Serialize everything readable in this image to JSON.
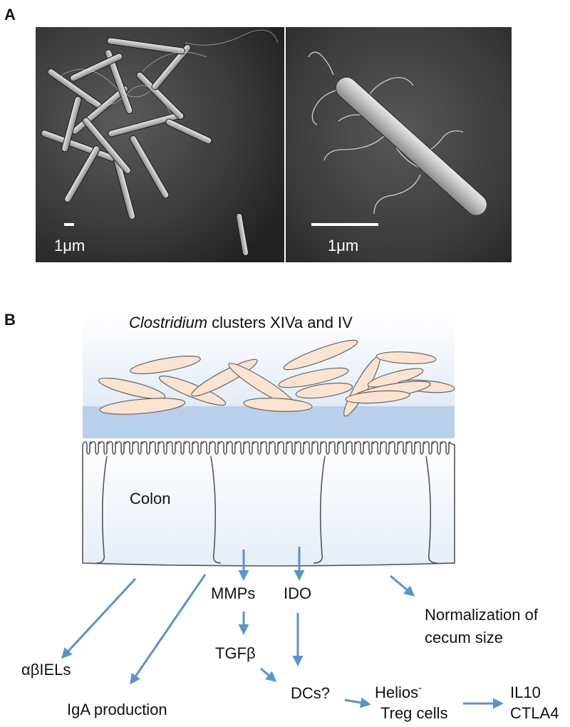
{
  "panel_a": {
    "label": "A",
    "left_scale_label": "1μm",
    "right_scale_label": "1μm"
  },
  "panel_b": {
    "label": "B",
    "title_italic": "Clostridium",
    "title_rest": " clusters XIVa and IV",
    "colon_label": "Colon",
    "nodes": {
      "mmps": "MMPs",
      "ido": "IDO",
      "tgfb": "TGFβ",
      "dcs": "DCs?",
      "ab_iels": "αβIELs",
      "iga": "IgA production",
      "normalization_line1": "Normalization of",
      "normalization_line2": "cecum size",
      "helios": "Helios",
      "helios_sup": "-",
      "treg": "Treg cells",
      "il10": "IL10",
      "ctla4": "CTLA4"
    }
  },
  "colors": {
    "arrow": "#5b93c7",
    "cell_outline": "#555555",
    "bacteria_fill": "#fbe3d2",
    "mucus_band": "#b9cfea",
    "sem_dark": "#2e2e2e"
  }
}
